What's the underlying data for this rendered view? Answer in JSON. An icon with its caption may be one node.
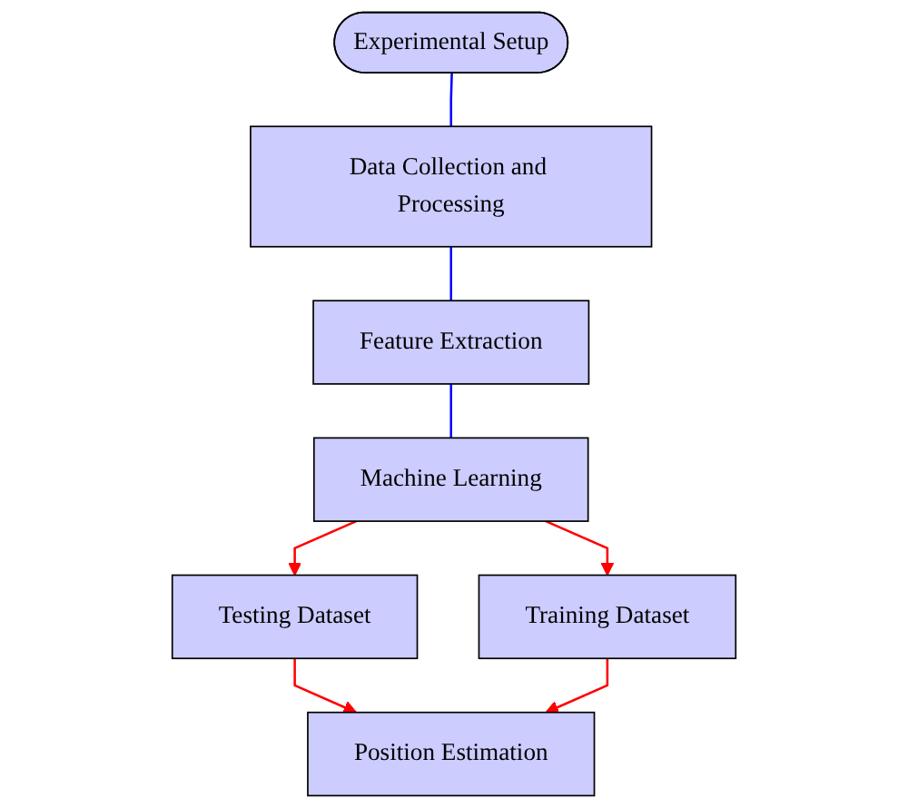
{
  "diagram": {
    "nodes": [
      {
        "text": [
          "Experimental Setup"
        ]
      },
      {
        "text": [
          "Data Collection and Processing"
        ]
      },
      {
        "text": [
          "Feature Extraction"
        ]
      },
      {
        "text": [
          "Machine Learning"
        ]
      },
      {
        "text": [
          "Testing Dataset"
        ]
      },
      {
        "text": [
          "Training Dataset"
        ]
      },
      {
        "text": [
          "Position Estimation"
        ]
      }
    ],
    "edges": [
      {
        "from": 0,
        "to": 1,
        "arrow": "none",
        "color": "#0000ff"
      },
      {
        "from": 1,
        "to": 2,
        "arrow": "none",
        "color": "#0000ff"
      },
      {
        "from": 2,
        "to": 3,
        "arrow": "none",
        "color": "#0000ff"
      },
      {
        "from": 3,
        "to": 4,
        "arrow": "to",
        "color": "#ff0000"
      },
      {
        "from": 3,
        "to": 5,
        "arrow": "to",
        "color": "#ff0000"
      },
      {
        "from": 4,
        "to": 6,
        "arrow": "to",
        "color": "#ff0000"
      },
      {
        "from": 5,
        "to": 6,
        "arrow": "to",
        "color": "#ff0000"
      }
    ]
  }
}
